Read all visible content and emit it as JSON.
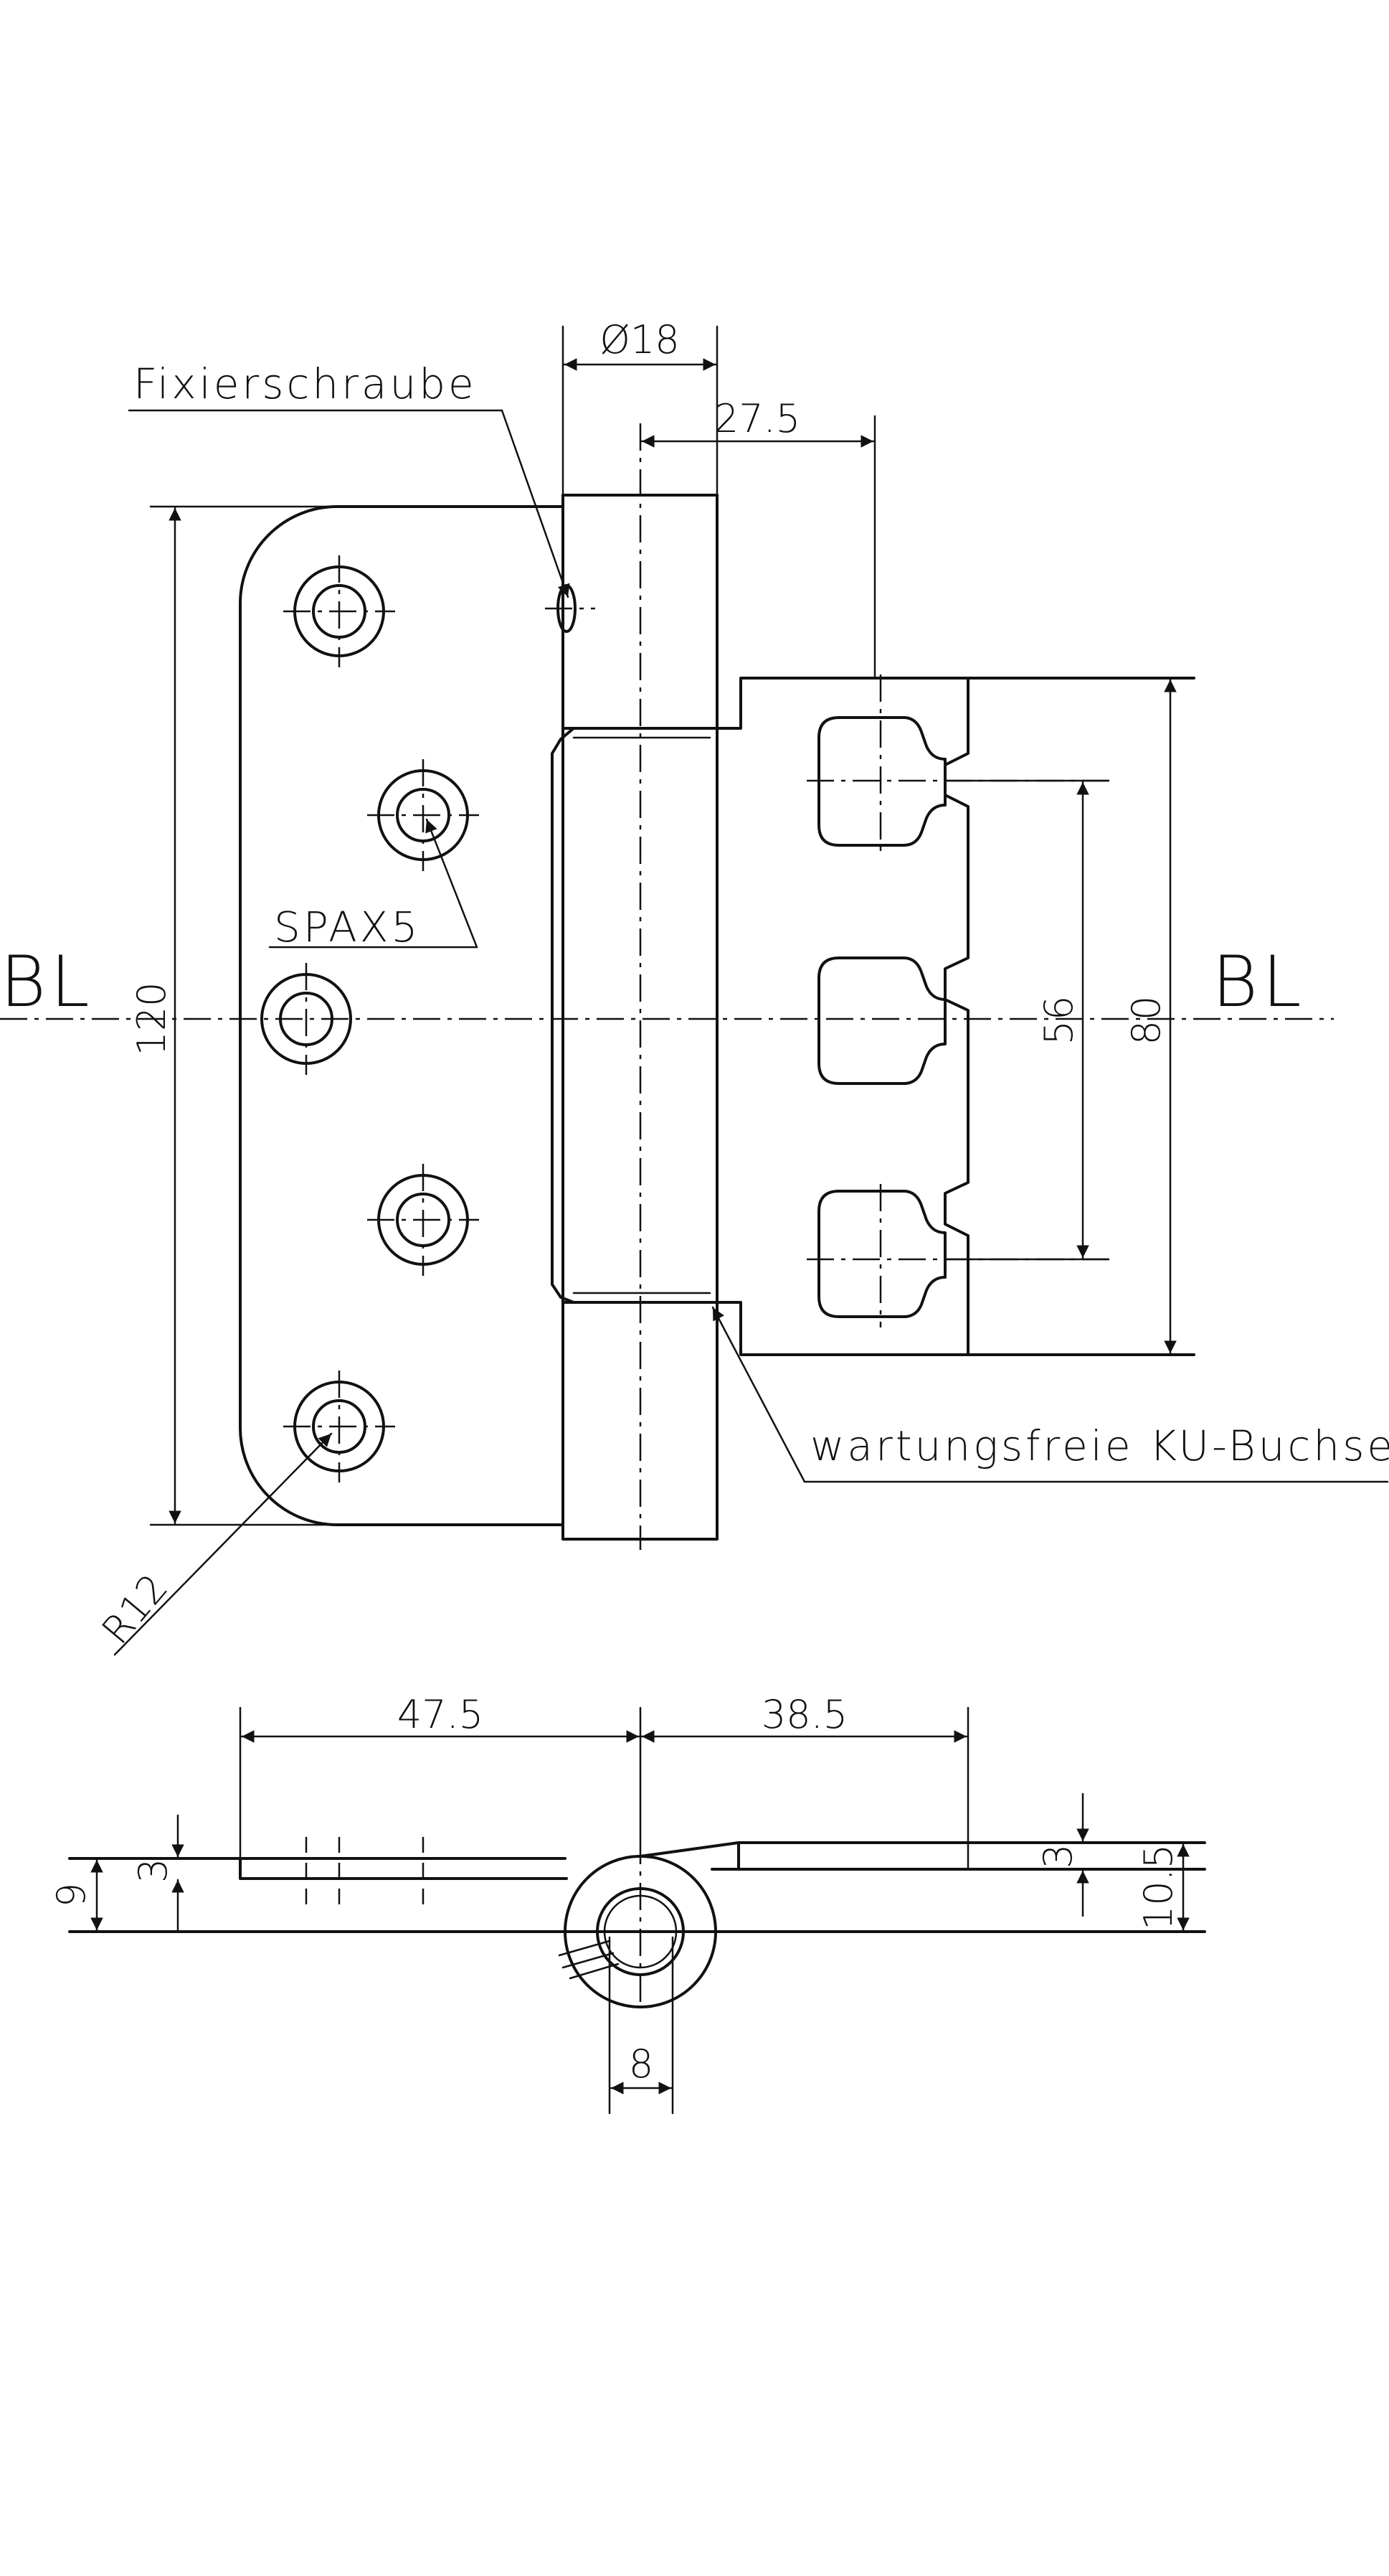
{
  "labels": {
    "fixierschraube": "Fixierschraube",
    "spax": "SPAX5",
    "buchse": "wartungsfreie KU-Buchse",
    "bl_left": "BL",
    "bl_right": "BL",
    "radius": "R12"
  },
  "dimensions": {
    "pin_diameter": "Ø18",
    "offset_275": "27.5",
    "height_120": "120",
    "height_56": "56",
    "height_80": "80",
    "width_475": "47.5",
    "width_385": "38.5",
    "thick_3_left": "3",
    "thick_9": "9",
    "thick_3_right": "3",
    "height_105": "10.5",
    "bore_8": "8"
  }
}
